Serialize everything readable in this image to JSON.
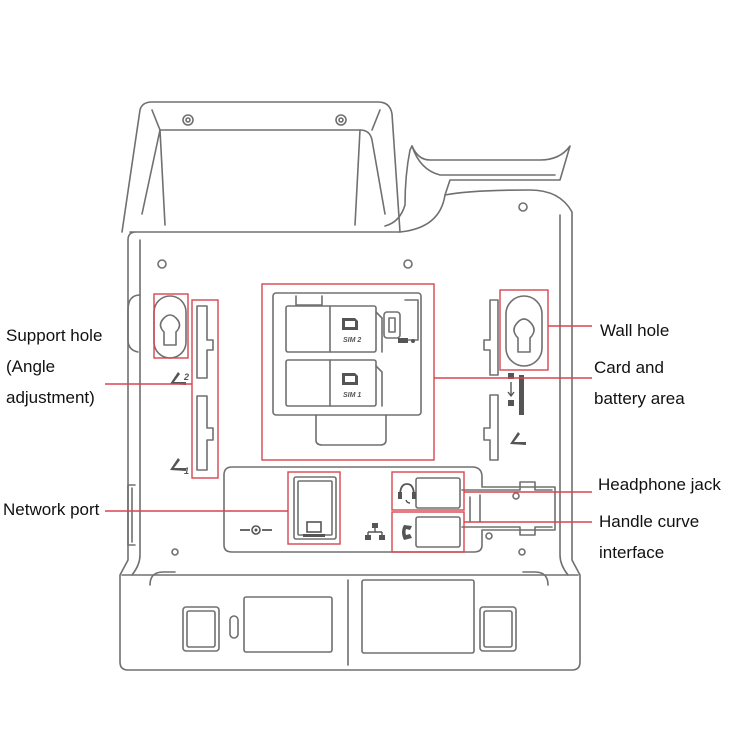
{
  "callouts": {
    "support_hole": "Support hole\n(Angle\nadjustment)",
    "network_port": "Network port",
    "wall_hole": "Wall hole",
    "card_battery": "Card and\nbattery area",
    "headphone_jack": "Headphone jack",
    "handle_curve": "Handle curve\ninterface"
  },
  "device_labels": {
    "sim2": "SIM 2",
    "sim1": "SIM 1",
    "angle_2": "2",
    "angle_1": "1"
  },
  "colors": {
    "outline": "#707070",
    "highlight": "#d8454f",
    "text": "#111111"
  },
  "icons": [
    "keyhole-icon",
    "sim-card-icon",
    "battery-icon",
    "lock-icon",
    "dc-power-icon",
    "laptop-icon",
    "ethernet-icon",
    "headset-icon",
    "handset-icon",
    "stand-angle-icon"
  ]
}
